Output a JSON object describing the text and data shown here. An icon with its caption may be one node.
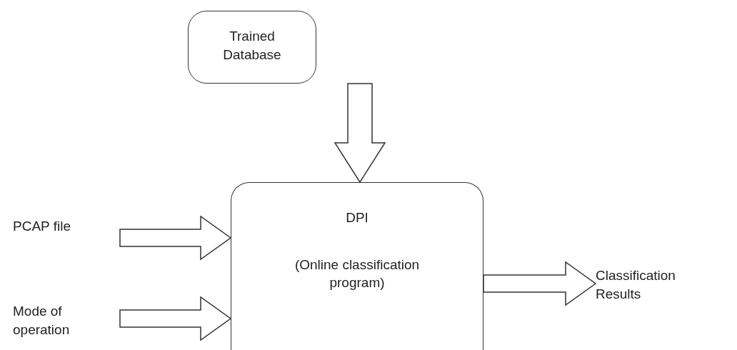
{
  "diagram": {
    "nodes": [
      {
        "text": [
          "Trained Database"
        ]
      },
      {
        "text": [
          "DPI",
          "(Online classification program)"
        ]
      },
      {
        "text": [
          "PCAP file"
        ]
      },
      {
        "text": [
          "Mode of operation"
        ]
      },
      {
        "text": [
          "Classification Results"
        ]
      }
    ],
    "edges": [
      {
        "from": 0,
        "to": 1,
        "arrow": "to"
      },
      {
        "from": 2,
        "to": 1,
        "arrow": "to"
      },
      {
        "from": 3,
        "to": 1,
        "arrow": "to"
      },
      {
        "from": 1,
        "to": 4,
        "arrow": "to"
      }
    ]
  }
}
